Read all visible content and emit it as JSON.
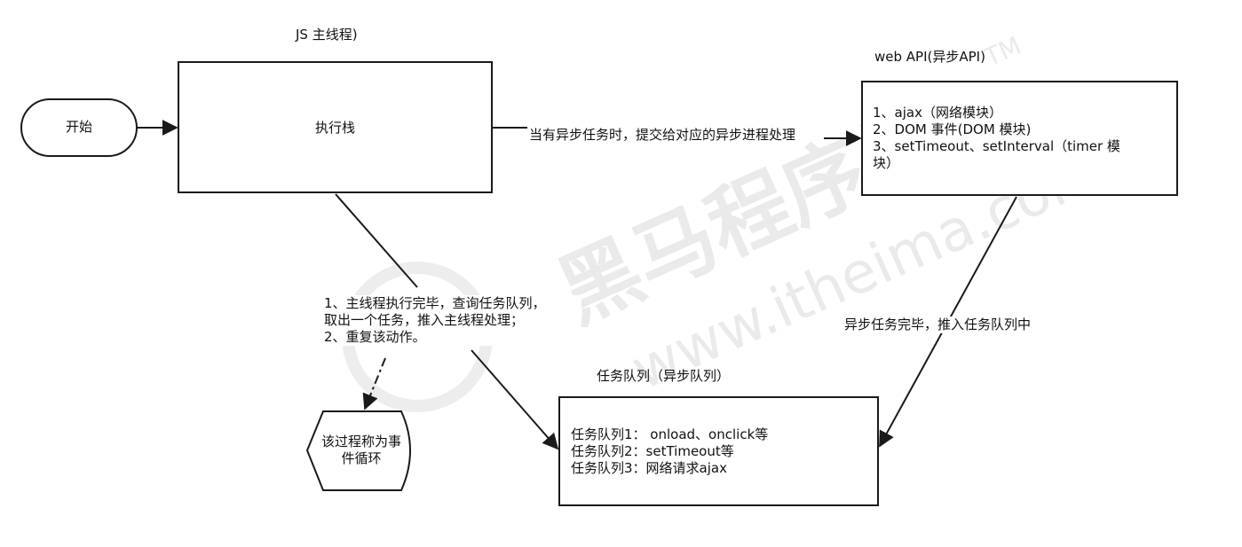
{
  "labels": {
    "js_main_thread": "JS 主线程)",
    "web_api": "web API(异步API)",
    "task_queue_title": "任务队列（异步队列）",
    "start": "开始",
    "exec_stack": "执行栈",
    "submit_async": "当有异步任务时，提交给对应的异步进程处理",
    "async_done": "异步任务完毕，推入任务队列中"
  },
  "web_api_items": [
    "1、ajax（网络模块）",
    "2、DOM 事件(DOM 模块)",
    "3、setTimeout、setInterval（timer 模",
    "块）"
  ],
  "loop_steps": [
    "1、主线程执行完毕，查询任务队列，",
    "取出一个任务，推入主线程处理；",
    "2、重复该动作。"
  ],
  "event_loop_lines": [
    "该过程称为事",
    "件循环"
  ],
  "queue_items": [
    "任务队列1： onload、onclick等",
    "任务队列2：setTimeout等",
    "任务队列3：网络请求ajax"
  ],
  "watermark": {
    "brand_cn": "黑马程序员",
    "brand_url": "www.itheima.com",
    "tm": "TM"
  },
  "colors": {
    "stroke": "#1a1a1a",
    "watermark": "#c8c8c8"
  }
}
